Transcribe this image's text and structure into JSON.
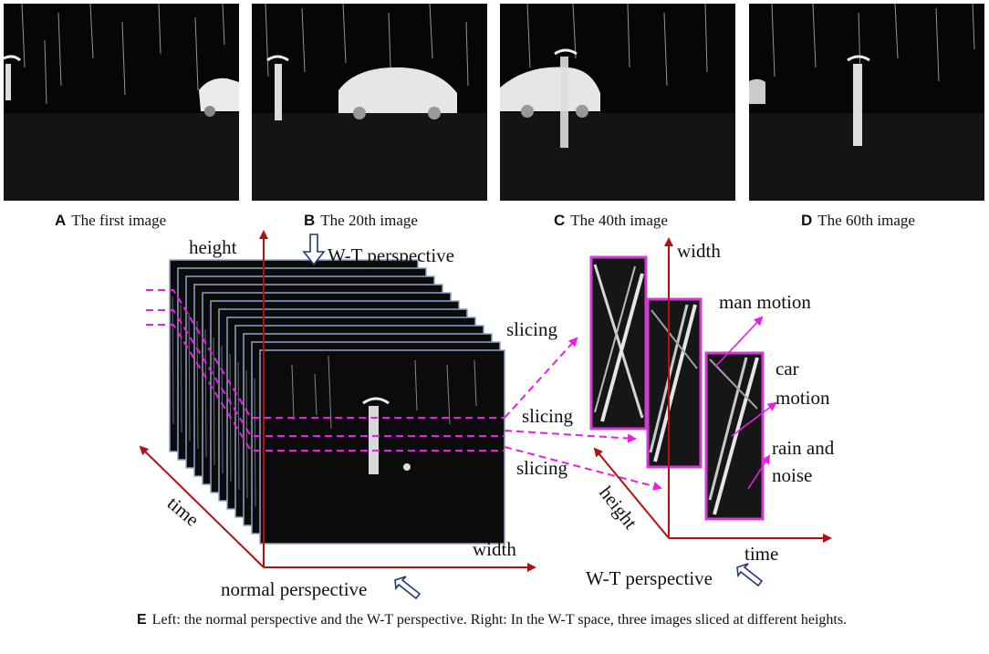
{
  "panels": [
    {
      "letter": "A",
      "caption": "The first image"
    },
    {
      "letter": "B",
      "caption": "The 20th image"
    },
    {
      "letter": "C",
      "caption": "The 40th image"
    },
    {
      "letter": "D",
      "caption": "The 60th image"
    }
  ],
  "diagram": {
    "left_axes": {
      "height": "height",
      "time": "time",
      "width": "width"
    },
    "wt_perspective_top": "W-T perspective",
    "normal_perspective": "normal perspective",
    "slicing_labels": [
      "slicing",
      "slicing",
      "slicing"
    ],
    "right_axes": {
      "width": "width",
      "height": "height",
      "time": "time"
    },
    "annotations": {
      "man_motion": "man motion",
      "car_motion_1": "car",
      "car_motion_2": "motion",
      "rain_noise_1": "rain and",
      "rain_noise_2": "noise"
    },
    "wt_perspective_bottom": "W-T perspective"
  },
  "caption_e": {
    "letter": "E",
    "text": "Left: the normal perspective and the W-T perspective. Right: In the W-T space, three images sliced at different heights."
  },
  "colors": {
    "axis": "#b31010",
    "slice": "#e81ee8",
    "frame_border": "#8fa3c8",
    "hollow_arrow": "#1f3a78"
  }
}
